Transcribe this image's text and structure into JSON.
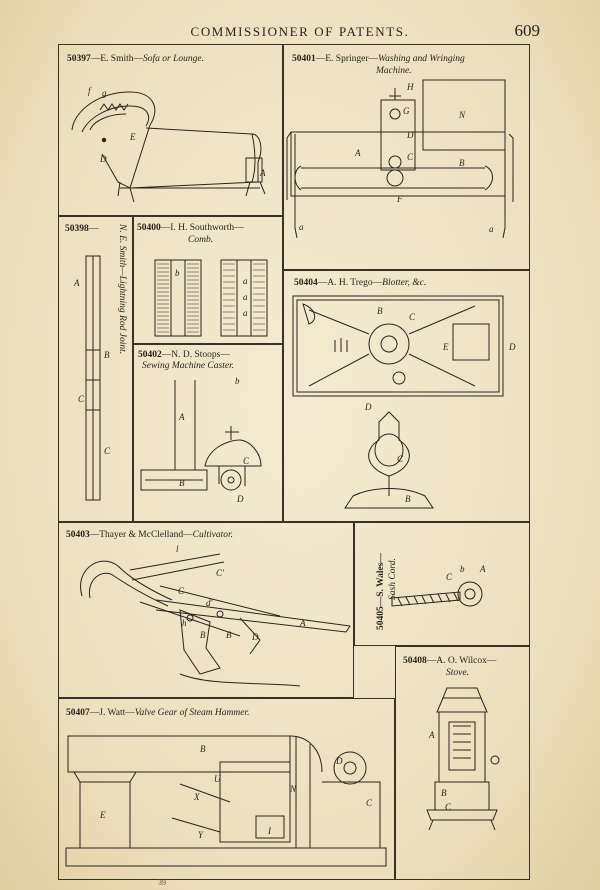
{
  "page": {
    "running_head": "COMMISSIONER OF PATENTS.",
    "number": "609",
    "footer_mark": "39"
  },
  "patents": [
    {
      "no": "50397",
      "inventor": "—E. Smith—",
      "title": "Sofa or Lounge.",
      "labels": [
        "f",
        "g",
        "E",
        "D",
        "A"
      ]
    },
    {
      "no": "50401",
      "inventor": "—E. Springer—",
      "title": "Washing and Wringing",
      "title2": "Machine.",
      "labels": [
        "H",
        "N",
        "A",
        "B",
        "G",
        "F",
        "a",
        "a",
        "D",
        "C"
      ]
    },
    {
      "no": "50398",
      "inventor": "—",
      "vertical_text": "N. E. Smith—Lightning Rod Joint.",
      "labels": [
        "A",
        "B",
        "C",
        "C"
      ]
    },
    {
      "no": "50400",
      "inventor": "—I. H. Southworth—",
      "title": "Comb.",
      "labels": [
        "b",
        "a",
        "a",
        "a"
      ]
    },
    {
      "no": "50402",
      "inventor": "—N. D. Stoops—",
      "title": "Sewing Machine Caster.",
      "labels": [
        "A",
        "B",
        "C",
        "D",
        "b"
      ]
    },
    {
      "no": "50404",
      "inventor": "—A. H. Trego—",
      "title": "Blotter, &c.",
      "labels": [
        "B",
        "C",
        "E",
        "D",
        "D",
        "C",
        "B"
      ]
    },
    {
      "no": "50403",
      "inventor": "—Thayer & McClelland—",
      "title": "Cultivator.",
      "labels": [
        "l",
        "C'",
        "C",
        "d'",
        "h",
        "B",
        "A",
        "B",
        "D"
      ]
    },
    {
      "no": "50405",
      "vertical_text": "50405—S. Wales—",
      "vertical_text2": "Sash Cord.",
      "labels": [
        "C",
        "b",
        "A"
      ]
    },
    {
      "no": "50408",
      "inventor": "—A. O. Wilcox—",
      "title": "Stove.",
      "labels": [
        "A",
        "B",
        "C"
      ]
    },
    {
      "no": "50407",
      "inventor": "—J. Watt—",
      "title": "Valve Gear of Steam Hammer.",
      "labels": [
        "B",
        "E",
        "U",
        "X",
        "Y",
        "N",
        "D",
        "C",
        "I"
      ]
    }
  ]
}
